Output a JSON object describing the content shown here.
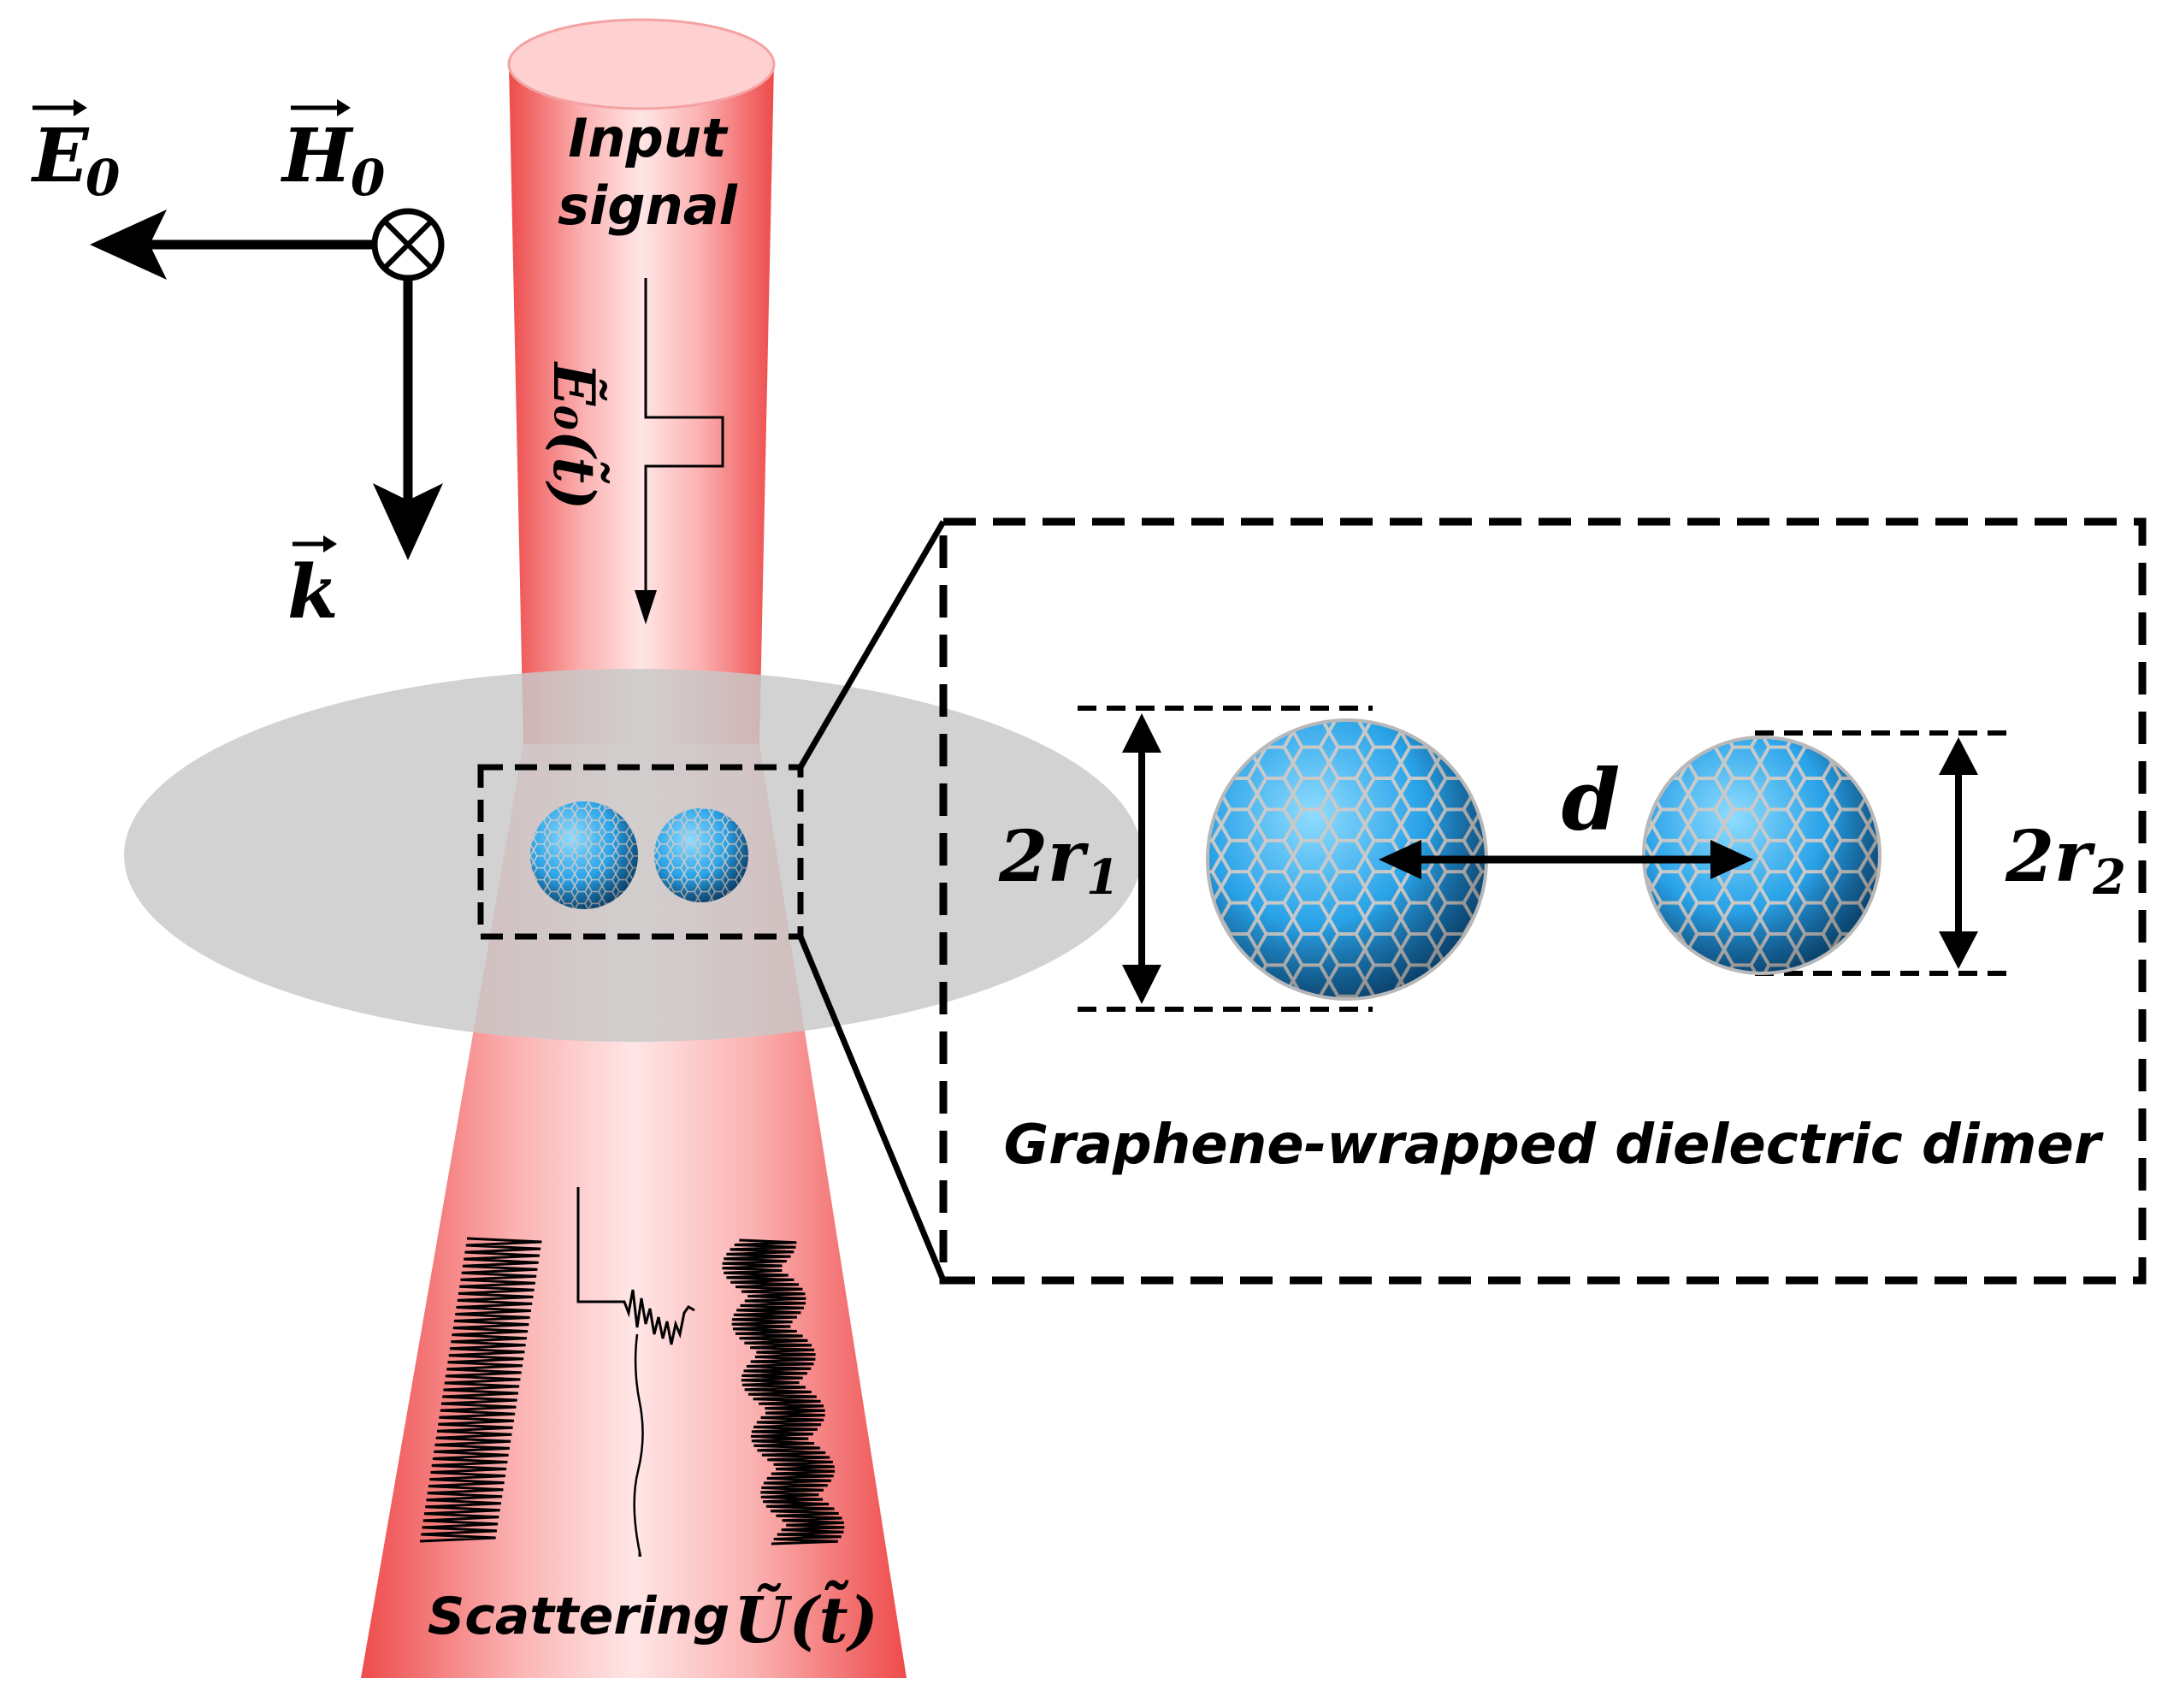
{
  "vectors": {
    "E0": {
      "symbol": "E",
      "subscript": "0"
    },
    "H0": {
      "symbol": "H",
      "subscript": "0"
    },
    "k": {
      "symbol": "k"
    }
  },
  "beam": {
    "input_label_line1": "Input",
    "input_label_line2": "signal",
    "input_pulse_label": "Ẽ₀(t̃)",
    "output_label": "Scattering",
    "output_signal_label": "Ũ(t̃)"
  },
  "inset": {
    "caption": "Graphene-wrapped dielectric dimer",
    "distance_label": "d",
    "radius1": {
      "prefix": "2r",
      "subscript": "1"
    },
    "radius2": {
      "prefix": "2r",
      "subscript": "2"
    }
  },
  "colors": {
    "beam": "#f06a6a",
    "focal_plane": "#cfcfcf",
    "sphere": "#2aa3e8",
    "lattice": "#c9c9c9"
  }
}
